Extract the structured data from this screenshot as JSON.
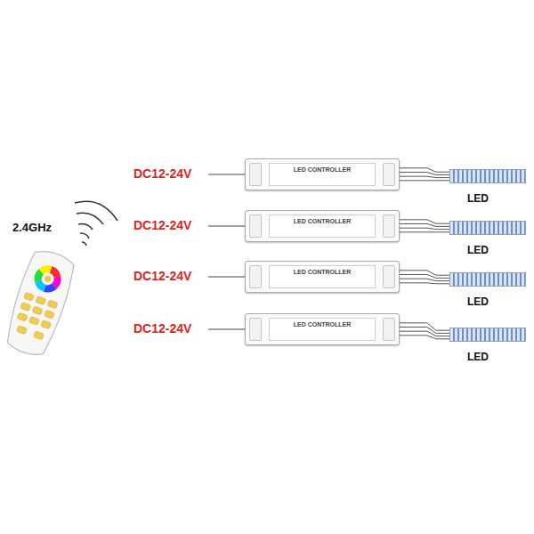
{
  "diagram": {
    "nodes": [
      {
        "text": [
          "LED CONTROLLER"
        ]
      },
      {
        "text": [
          "LED"
        ]
      },
      {
        "text": [
          "LED CONTROLLER"
        ]
      },
      {
        "text": [
          "LED"
        ]
      },
      {
        "text": [
          "LED CONTROLLER"
        ]
      },
      {
        "text": [
          "LED"
        ]
      },
      {
        "text": [
          "LED CONTROLLER"
        ]
      },
      {
        "text": [
          "LED"
        ]
      }
    ],
    "edges": [
      {
        "from": 0,
        "to": 1,
        "arrow": "none"
      },
      {
        "from": 2,
        "to": 3,
        "arrow": "none"
      },
      {
        "from": 4,
        "to": 5,
        "arrow": "none"
      },
      {
        "from": 6,
        "to": 7,
        "arrow": "none"
      }
    ],
    "labels": [
      "2.4GHz",
      "DC12-24V",
      "DC12-24V",
      "DC12-24V",
      "DC12-24V"
    ]
  }
}
